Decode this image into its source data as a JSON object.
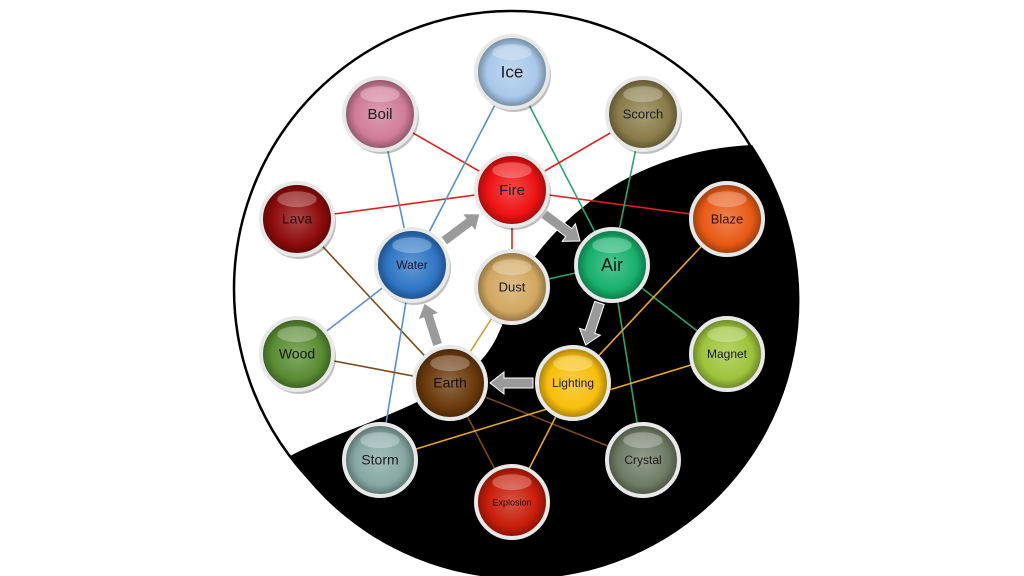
{
  "nodes": [
    {
      "id": "ice",
      "label": "Ice",
      "color": "#a9c9ea",
      "text": "#1a1a1a"
    },
    {
      "id": "boil",
      "label": "Boil",
      "color": "#d07c99",
      "text": "#1a1a1a"
    },
    {
      "id": "scorch",
      "label": "Scorch",
      "color": "#8a7c4a",
      "text": "#1a1a1a"
    },
    {
      "id": "fire",
      "label": "Fire",
      "color": "#ee1111",
      "text": "#1a1a1a"
    },
    {
      "id": "lava",
      "label": "Lava",
      "color": "#8e0b0b",
      "text": "#2a0000"
    },
    {
      "id": "blaze",
      "label": "Blaze",
      "color": "#e85a15",
      "text": "#3a0a00"
    },
    {
      "id": "water",
      "label": "Water",
      "color": "#2e75c4",
      "text": "#0d1a33"
    },
    {
      "id": "dust",
      "label": "Dust",
      "color": "#d2a760",
      "text": "#1a1a1a"
    },
    {
      "id": "air",
      "label": "Air",
      "color": "#16b06c",
      "text": "#0a1a10"
    },
    {
      "id": "wood",
      "label": "Wood",
      "color": "#5a8c33",
      "text": "#0f1a0a"
    },
    {
      "id": "magnet",
      "label": "Magnet",
      "color": "#9dc43a",
      "text": "#1a1a1a"
    },
    {
      "id": "earth",
      "label": "Earth",
      "color": "#6b3a0c",
      "text": "#1a0d00"
    },
    {
      "id": "lighting",
      "label": "Lighting",
      "color": "#f7be0b",
      "text": "#1a1a1a"
    },
    {
      "id": "storm",
      "label": "Storm",
      "color": "#86a8a3",
      "text": "#1a1a1a"
    },
    {
      "id": "crystal",
      "label": "Crystal",
      "color": "#6e7c66",
      "text": "#1a1a1a"
    },
    {
      "id": "explosion",
      "label": "Explosion",
      "color": "#c71c08",
      "text": "#2a0000"
    }
  ],
  "edges": [
    {
      "from": "lava",
      "to": "fire",
      "color": "#e02020"
    },
    {
      "from": "fire",
      "to": "blaze",
      "color": "#e02020"
    },
    {
      "from": "boil",
      "to": "fire",
      "color": "#e02020"
    },
    {
      "from": "boil",
      "to": "water",
      "color": "#5b8fc7"
    },
    {
      "from": "ice",
      "to": "water",
      "color": "#5b8fc7"
    },
    {
      "from": "ice",
      "to": "air",
      "color": "#2ea36e"
    },
    {
      "from": "scorch",
      "to": "fire",
      "color": "#e02020"
    },
    {
      "from": "scorch",
      "to": "air",
      "color": "#2ea36e"
    },
    {
      "from": "fire",
      "to": "dust",
      "color": "#e02020"
    },
    {
      "from": "lava",
      "to": "earth",
      "color": "#7a4a1a"
    },
    {
      "from": "water",
      "to": "wood",
      "color": "#5b8fc7"
    },
    {
      "from": "water",
      "to": "storm",
      "color": "#5b8fc7"
    },
    {
      "from": "air",
      "to": "magnet",
      "color": "#2ea36e"
    },
    {
      "from": "air",
      "to": "crystal",
      "color": "#2ea36e"
    },
    {
      "from": "air",
      "to": "dust",
      "color": "#2ea36e"
    },
    {
      "from": "wood",
      "to": "earth",
      "color": "#7a4a1a"
    },
    {
      "from": "earth",
      "to": "dust",
      "color": "#c9a040"
    },
    {
      "from": "earth",
      "to": "crystal",
      "color": "#7a4a1a"
    },
    {
      "from": "earth",
      "to": "explosion",
      "color": "#7a4a1a"
    },
    {
      "from": "lighting",
      "to": "blaze",
      "color": "#e8a820"
    },
    {
      "from": "lighting",
      "to": "explosion",
      "color": "#e8a820"
    },
    {
      "from": "storm",
      "to": "magnet",
      "color": "#e8a820"
    }
  ],
  "cycle_arrows": [
    {
      "from": "water",
      "to": "fire"
    },
    {
      "from": "fire",
      "to": "air"
    },
    {
      "from": "air",
      "to": "lighting"
    },
    {
      "from": "lighting",
      "to": "earth"
    },
    {
      "from": "earth",
      "to": "water"
    }
  ],
  "colors": {
    "background": "#ffffff",
    "light_region": "#ffffff",
    "dark_region": "#000000",
    "arrow": "#9a9a9a",
    "ring": "#000000"
  }
}
